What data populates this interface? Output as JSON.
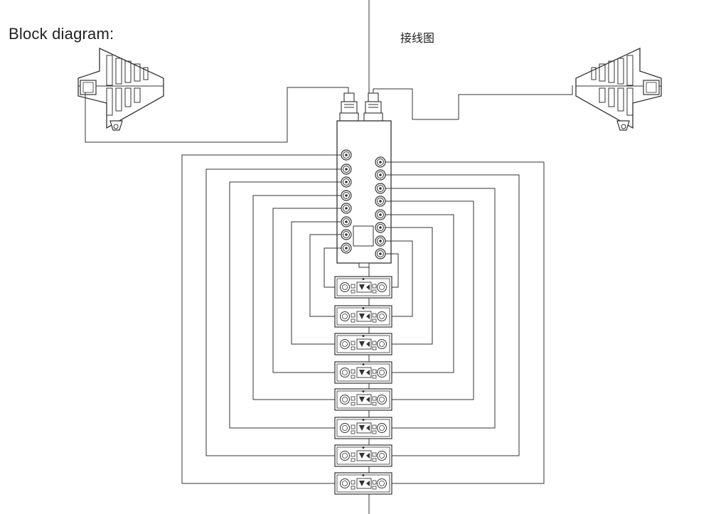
{
  "titles": {
    "english": "Block diagram:",
    "chinese": "接线图"
  },
  "diagram": {
    "antennas": [
      {
        "side": "left",
        "icon": "log-periodic-antenna-icon"
      },
      {
        "side": "right",
        "icon": "log-periodic-antenna-icon"
      }
    ],
    "splitter": {
      "icon": "antenna-distribution-splitter-icon",
      "input_ports": 2,
      "output_ports_per_side": 8
    },
    "receivers": {
      "icon": "wireless-receiver-module-icon",
      "count": 8
    },
    "line_color": "#333333"
  }
}
